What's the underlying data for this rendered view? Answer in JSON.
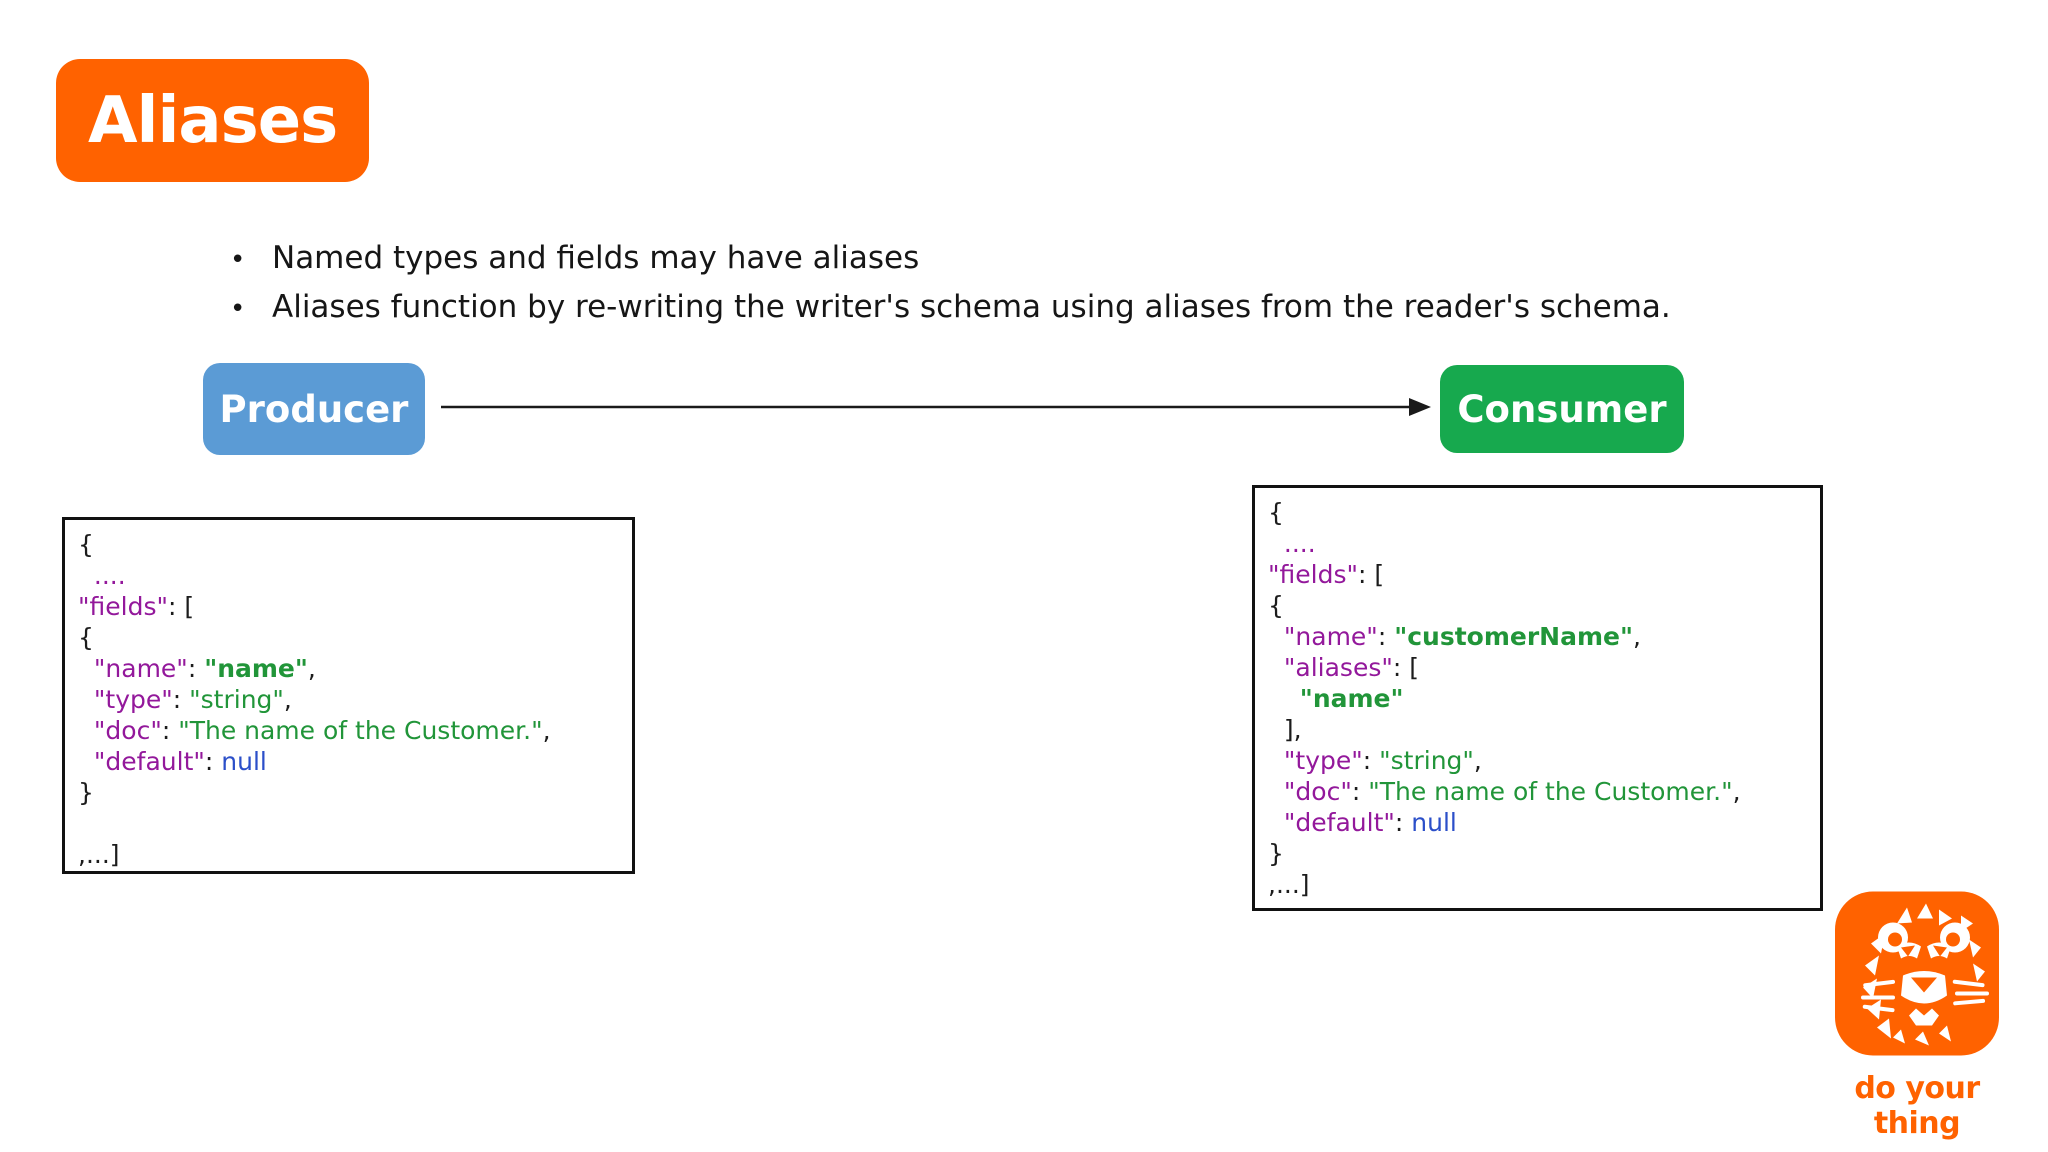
{
  "title_badge": {
    "label": "Aliases"
  },
  "bullets": [
    "Named types and fields may have aliases",
    "Aliases function by re-writing the writer's schema using aliases from the reader's schema."
  ],
  "flow": {
    "producer_label": "Producer",
    "consumer_label": "Consumer"
  },
  "schemas": {
    "producer": {
      "lines": [
        [
          {
            "t": "{",
            "c": "plain"
          }
        ],
        [
          {
            "t": "  ....",
            "c": "key"
          }
        ],
        [
          {
            "t": "\"fields\"",
            "c": "key"
          },
          {
            "t": ": [",
            "c": "plain"
          }
        ],
        [
          {
            "t": "{",
            "c": "plain"
          }
        ],
        [
          {
            "t": "  ",
            "c": "plain"
          },
          {
            "t": "\"name\"",
            "c": "key"
          },
          {
            "t": ": ",
            "c": "plain"
          },
          {
            "t": "\"name\"",
            "c": "strb"
          },
          {
            "t": ",",
            "c": "plain"
          }
        ],
        [
          {
            "t": "  ",
            "c": "plain"
          },
          {
            "t": "\"type\"",
            "c": "key"
          },
          {
            "t": ": ",
            "c": "plain"
          },
          {
            "t": "\"string\"",
            "c": "str"
          },
          {
            "t": ",",
            "c": "plain"
          }
        ],
        [
          {
            "t": "  ",
            "c": "plain"
          },
          {
            "t": "\"doc\"",
            "c": "key"
          },
          {
            "t": ": ",
            "c": "plain"
          },
          {
            "t": "\"The name of the Customer.\"",
            "c": "str"
          },
          {
            "t": ",",
            "c": "plain"
          }
        ],
        [
          {
            "t": "  ",
            "c": "plain"
          },
          {
            "t": "\"default\"",
            "c": "key"
          },
          {
            "t": ": ",
            "c": "plain"
          },
          {
            "t": "null",
            "c": "null"
          }
        ],
        [
          {
            "t": "}",
            "c": "plain"
          }
        ],
        [
          {
            "t": " ",
            "c": "plain"
          }
        ],
        [
          {
            "t": ",...]",
            "c": "plain"
          }
        ]
      ]
    },
    "consumer": {
      "lines": [
        [
          {
            "t": "{",
            "c": "plain"
          }
        ],
        [
          {
            "t": "  ....",
            "c": "key"
          }
        ],
        [
          {
            "t": "\"fields\"",
            "c": "key"
          },
          {
            "t": ": [",
            "c": "plain"
          }
        ],
        [
          {
            "t": "{",
            "c": "plain"
          }
        ],
        [
          {
            "t": "  ",
            "c": "plain"
          },
          {
            "t": "\"name\"",
            "c": "key"
          },
          {
            "t": ": ",
            "c": "plain"
          },
          {
            "t": "\"customerName\"",
            "c": "strb"
          },
          {
            "t": ",",
            "c": "plain"
          }
        ],
        [
          {
            "t": "  ",
            "c": "plain"
          },
          {
            "t": "\"aliases\"",
            "c": "key"
          },
          {
            "t": ": [",
            "c": "plain"
          }
        ],
        [
          {
            "t": "    ",
            "c": "plain"
          },
          {
            "t": "\"name\"",
            "c": "strb"
          }
        ],
        [
          {
            "t": "  ],",
            "c": "plain"
          }
        ],
        [
          {
            "t": "  ",
            "c": "plain"
          },
          {
            "t": "\"type\"",
            "c": "key"
          },
          {
            "t": ": ",
            "c": "plain"
          },
          {
            "t": "\"string\"",
            "c": "str"
          },
          {
            "t": ",",
            "c": "plain"
          }
        ],
        [
          {
            "t": "  ",
            "c": "plain"
          },
          {
            "t": "\"doc\"",
            "c": "key"
          },
          {
            "t": ": ",
            "c": "plain"
          },
          {
            "t": "\"The name of the Customer.\"",
            "c": "str"
          },
          {
            "t": ",",
            "c": "plain"
          }
        ],
        [
          {
            "t": "  ",
            "c": "plain"
          },
          {
            "t": "\"default\"",
            "c": "key"
          },
          {
            "t": ": ",
            "c": "plain"
          },
          {
            "t": "null",
            "c": "null"
          }
        ],
        [
          {
            "t": "}",
            "c": "plain"
          }
        ],
        [
          {
            "t": ",...]",
            "c": "plain"
          }
        ]
      ]
    }
  },
  "branding": {
    "logo_icon": "ing-lion-logo",
    "tagline": "do your thing"
  },
  "colors": {
    "accent_orange": "#FF6200",
    "producer_blue": "#5B9BD5",
    "consumer_green": "#17A94E",
    "code_key": "#93189B",
    "code_string": "#219539",
    "code_null": "#2B4FC9"
  }
}
